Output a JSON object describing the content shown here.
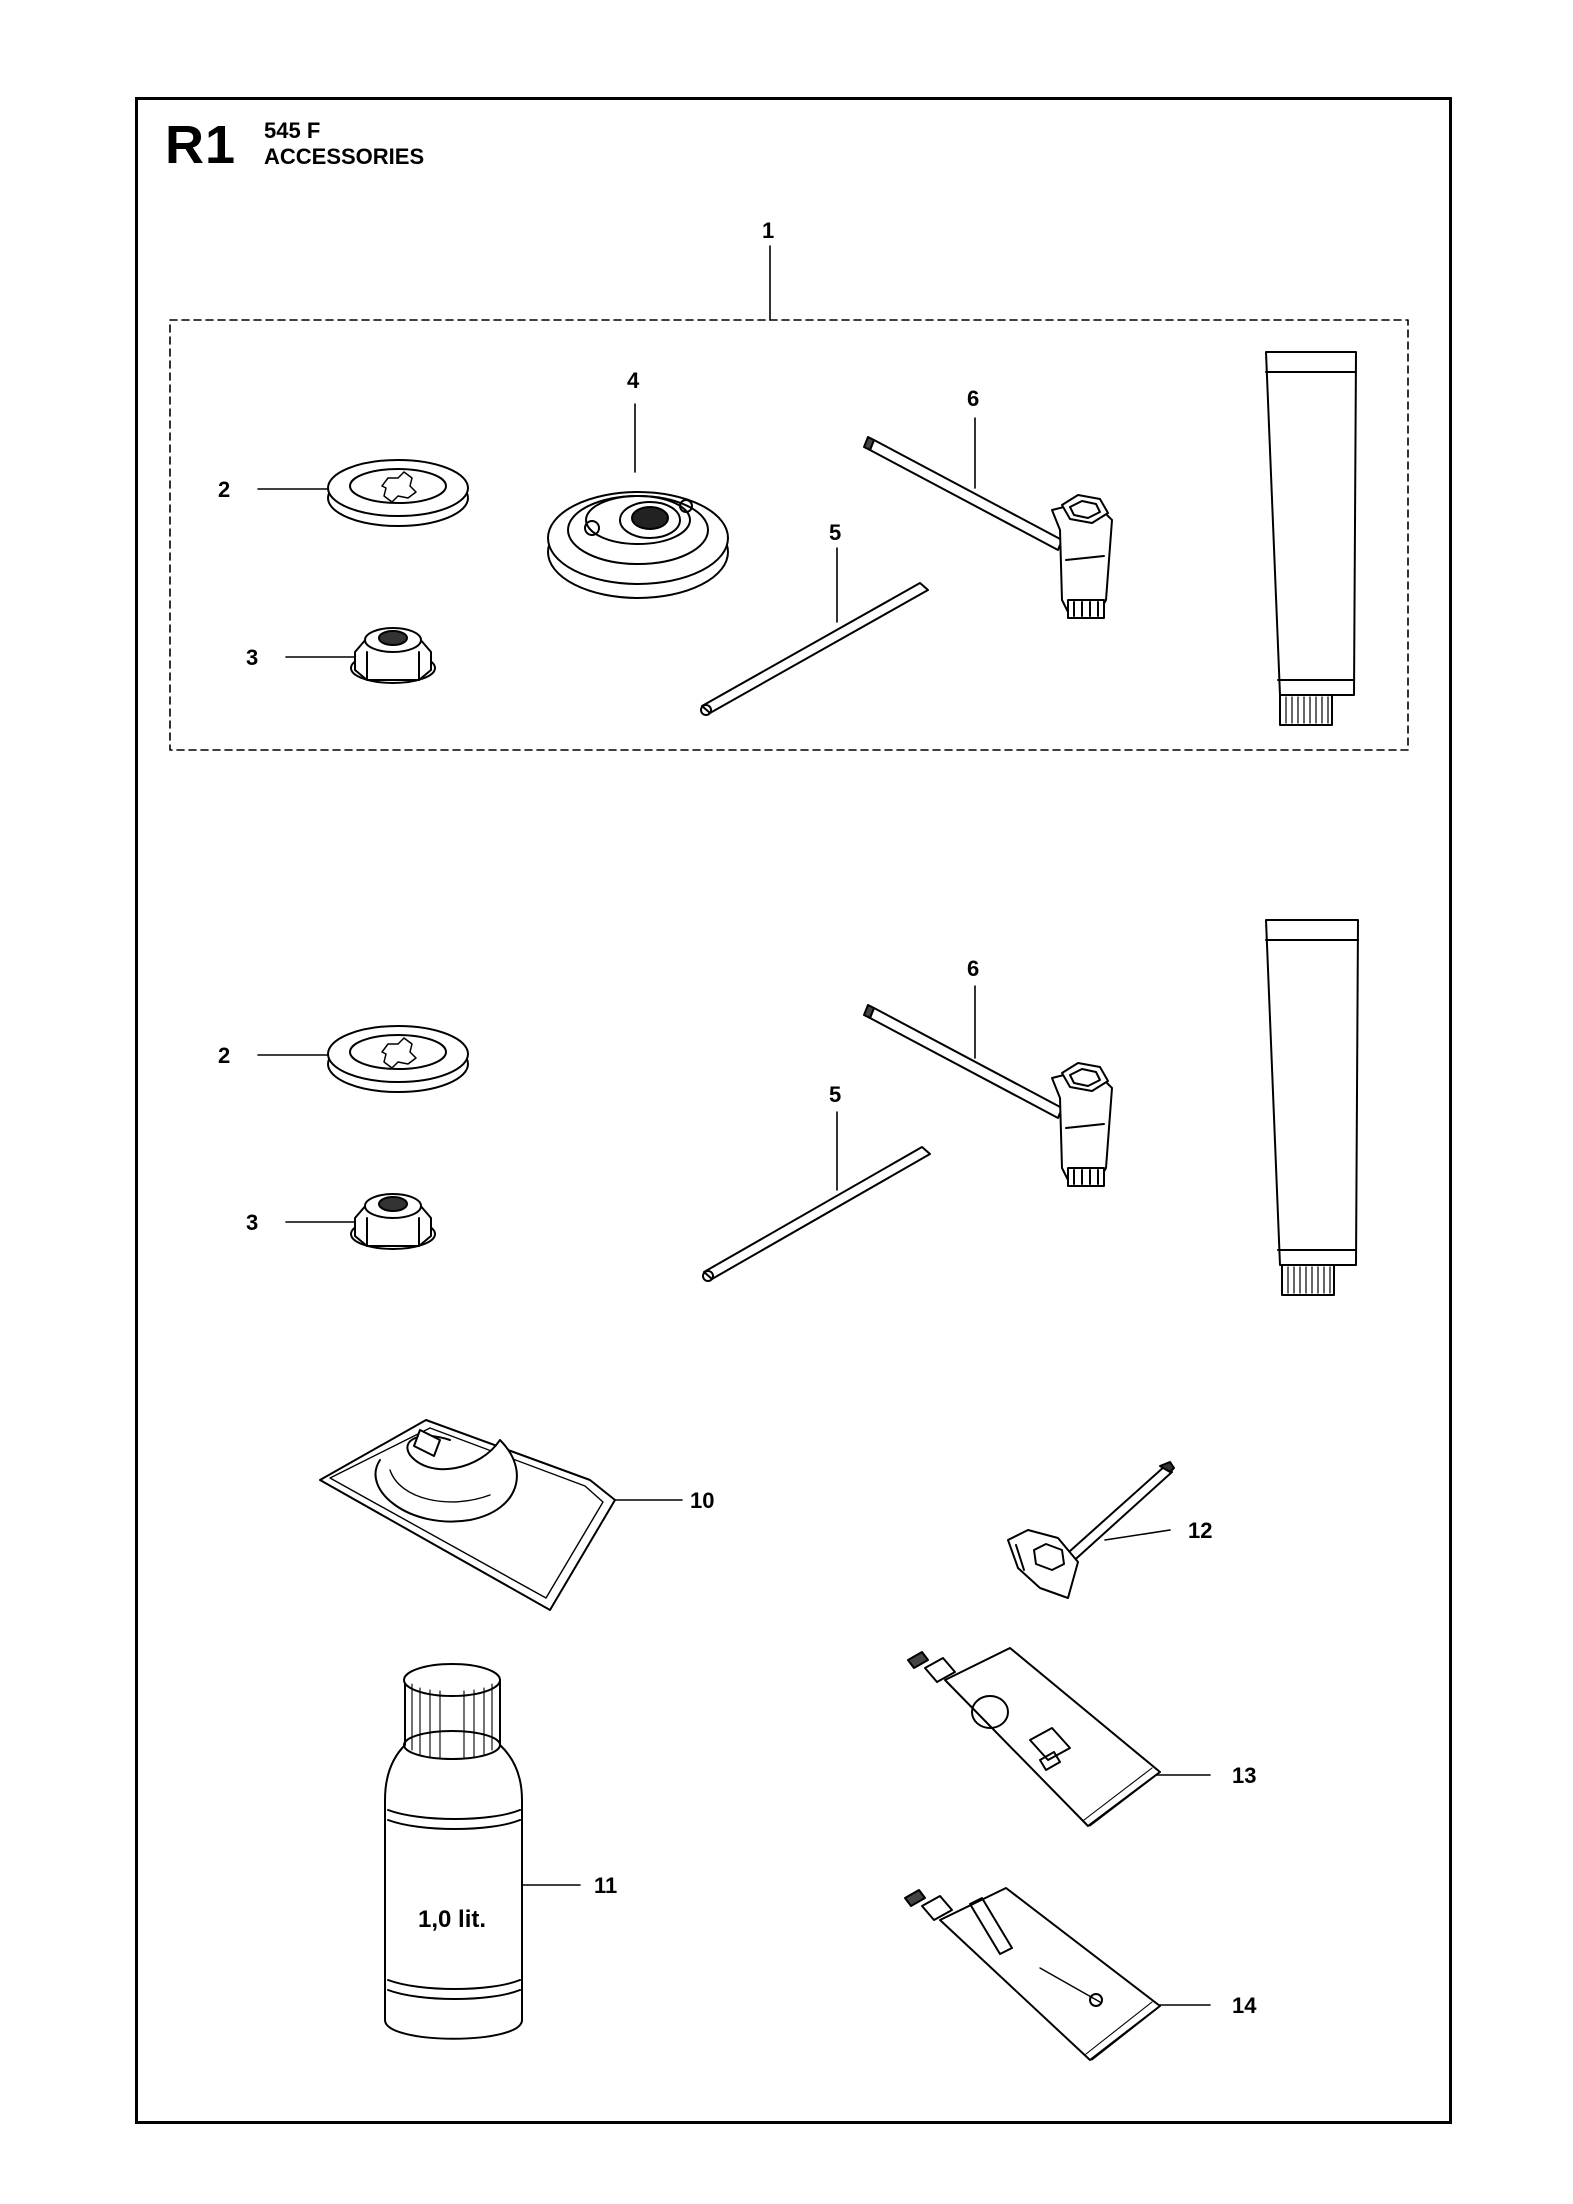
{
  "header": {
    "code": "R1",
    "model": "545 F",
    "title": "ACCESSORIES"
  },
  "callouts": {
    "kit": "1",
    "thrust_washer_a": "2",
    "nut_a": "3",
    "drive_disc": "4",
    "rod_a": "5",
    "wrench_a": "6",
    "thrust_washer_b": "2",
    "nut_b": "3",
    "rod_b": "5",
    "wrench_b": "6",
    "harness": "10",
    "oil_bottle": "11",
    "wrench_small": "12",
    "grease_tube_a": "13",
    "grease_tube_b": "14"
  },
  "bottle_label": "1,0 lit."
}
